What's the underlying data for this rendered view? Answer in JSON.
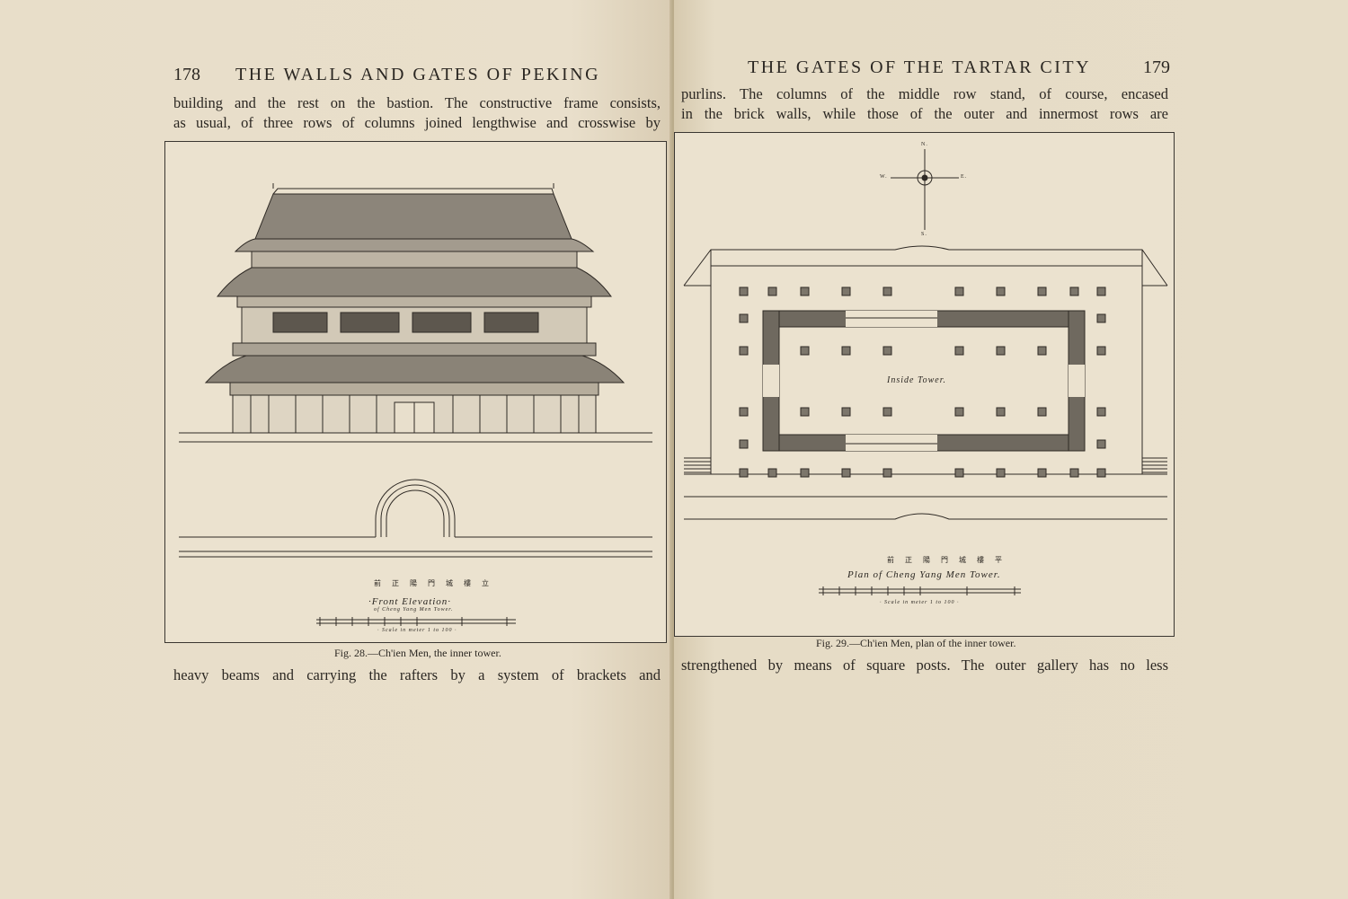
{
  "left_page": {
    "page_number": "178",
    "running_head": "THE WALLS AND GATES OF PEKING",
    "text_top": [
      "building and the rest on the bastion. The constructive frame consists,",
      "as usual, of three rows of columns joined lengthwise and crosswise by"
    ],
    "text_bottom": "heavy beams and carrying the rafters by a system of brackets and",
    "figure": {
      "chinese_label": "前 正 陽 門 城 樓 立",
      "title": "·Front Elevation·",
      "subtitle": "of Cheng Yang Men Tower.",
      "scale_label": "· Scale in meter 1 to 100 ·",
      "caption_fig": "Fig. 28.",
      "caption_text": "—Ch'ien Men, the inner tower."
    }
  },
  "right_page": {
    "page_number": "179",
    "running_head": "THE GATES OF THE TARTAR CITY",
    "text_top": [
      "purlins. The columns of the middle row stand, of course, encased",
      "in the brick walls, while those of the outer and innermost rows are"
    ],
    "text_bottom": "strengthened by means of square posts. The outer gallery has no less",
    "figure": {
      "compass_n": "N.",
      "compass_s": "S.",
      "compass_w": "W.",
      "compass_e": "E.",
      "inside_label": "Inside Tower.",
      "chinese_label": "前 正 陽 門 城 樓 平",
      "title": "Plan of Cheng Yang Men Tower.",
      "scale_label": "· Scale in meter 1 to 100 ·",
      "caption_fig": "Fig. 29.",
      "caption_text": "—Ch'ien Men, plan of the inner tower."
    }
  }
}
